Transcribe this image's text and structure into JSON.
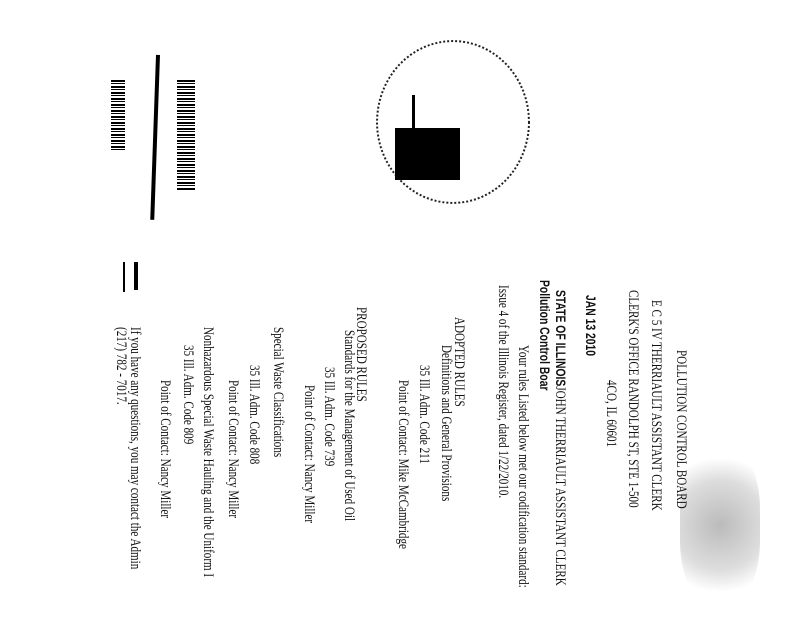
{
  "header": {
    "board": "POLLUTION CONTROL BOARD",
    "received_line": "E C 5 IV  THERRIAULT ASSISTANT CLERK",
    "office_line": "CLERK'S OFFICE  RANDOLPH ST, STE 1-500",
    "city_line": "4CO, IL  60601",
    "date_stamp": "JAN 13 2010"
  },
  "addressee": {
    "line1_bold": "STATE OF ILLINOIS",
    "line1_rest": "JOHN THERRIAULT ASSISTANT CLERK",
    "line2": "Pollution Control Boar"
  },
  "body": {
    "intro1": "Your rules Listed below met our codification standard:",
    "intro2": "Issue 4 of the Illinois Register, dated 1/22/2010."
  },
  "adopted": {
    "heading": "ADOPTED RULES",
    "items": [
      {
        "title": "Definitions and General Provisions",
        "code": "35 Ill. Adm. Code 211",
        "contact": "Point of Contact: Mike McCambridge"
      }
    ]
  },
  "proposed": {
    "heading": "PROPOSED RULES",
    "items": [
      {
        "title": "Standards for the Management of Used Oil",
        "code": "35 Ill. Adm. Code 739",
        "contact": "Point of Contact: Nancy Miller"
      },
      {
        "title": "Special Waste Classifications",
        "code": "35 Ill. Adm. Code 808",
        "contact": "Point of Contact: Nancy Miller"
      },
      {
        "title": "Nonhazardous Special Waste Hauling and the Uniform I",
        "code": "35 Ill. Adm. Code 809",
        "contact": "Point of Contact: Nancy Miller"
      }
    ]
  },
  "footer": {
    "questions": "If you have any questions, you may contact the Admin",
    "phone": "(217) 782 - 7017."
  }
}
